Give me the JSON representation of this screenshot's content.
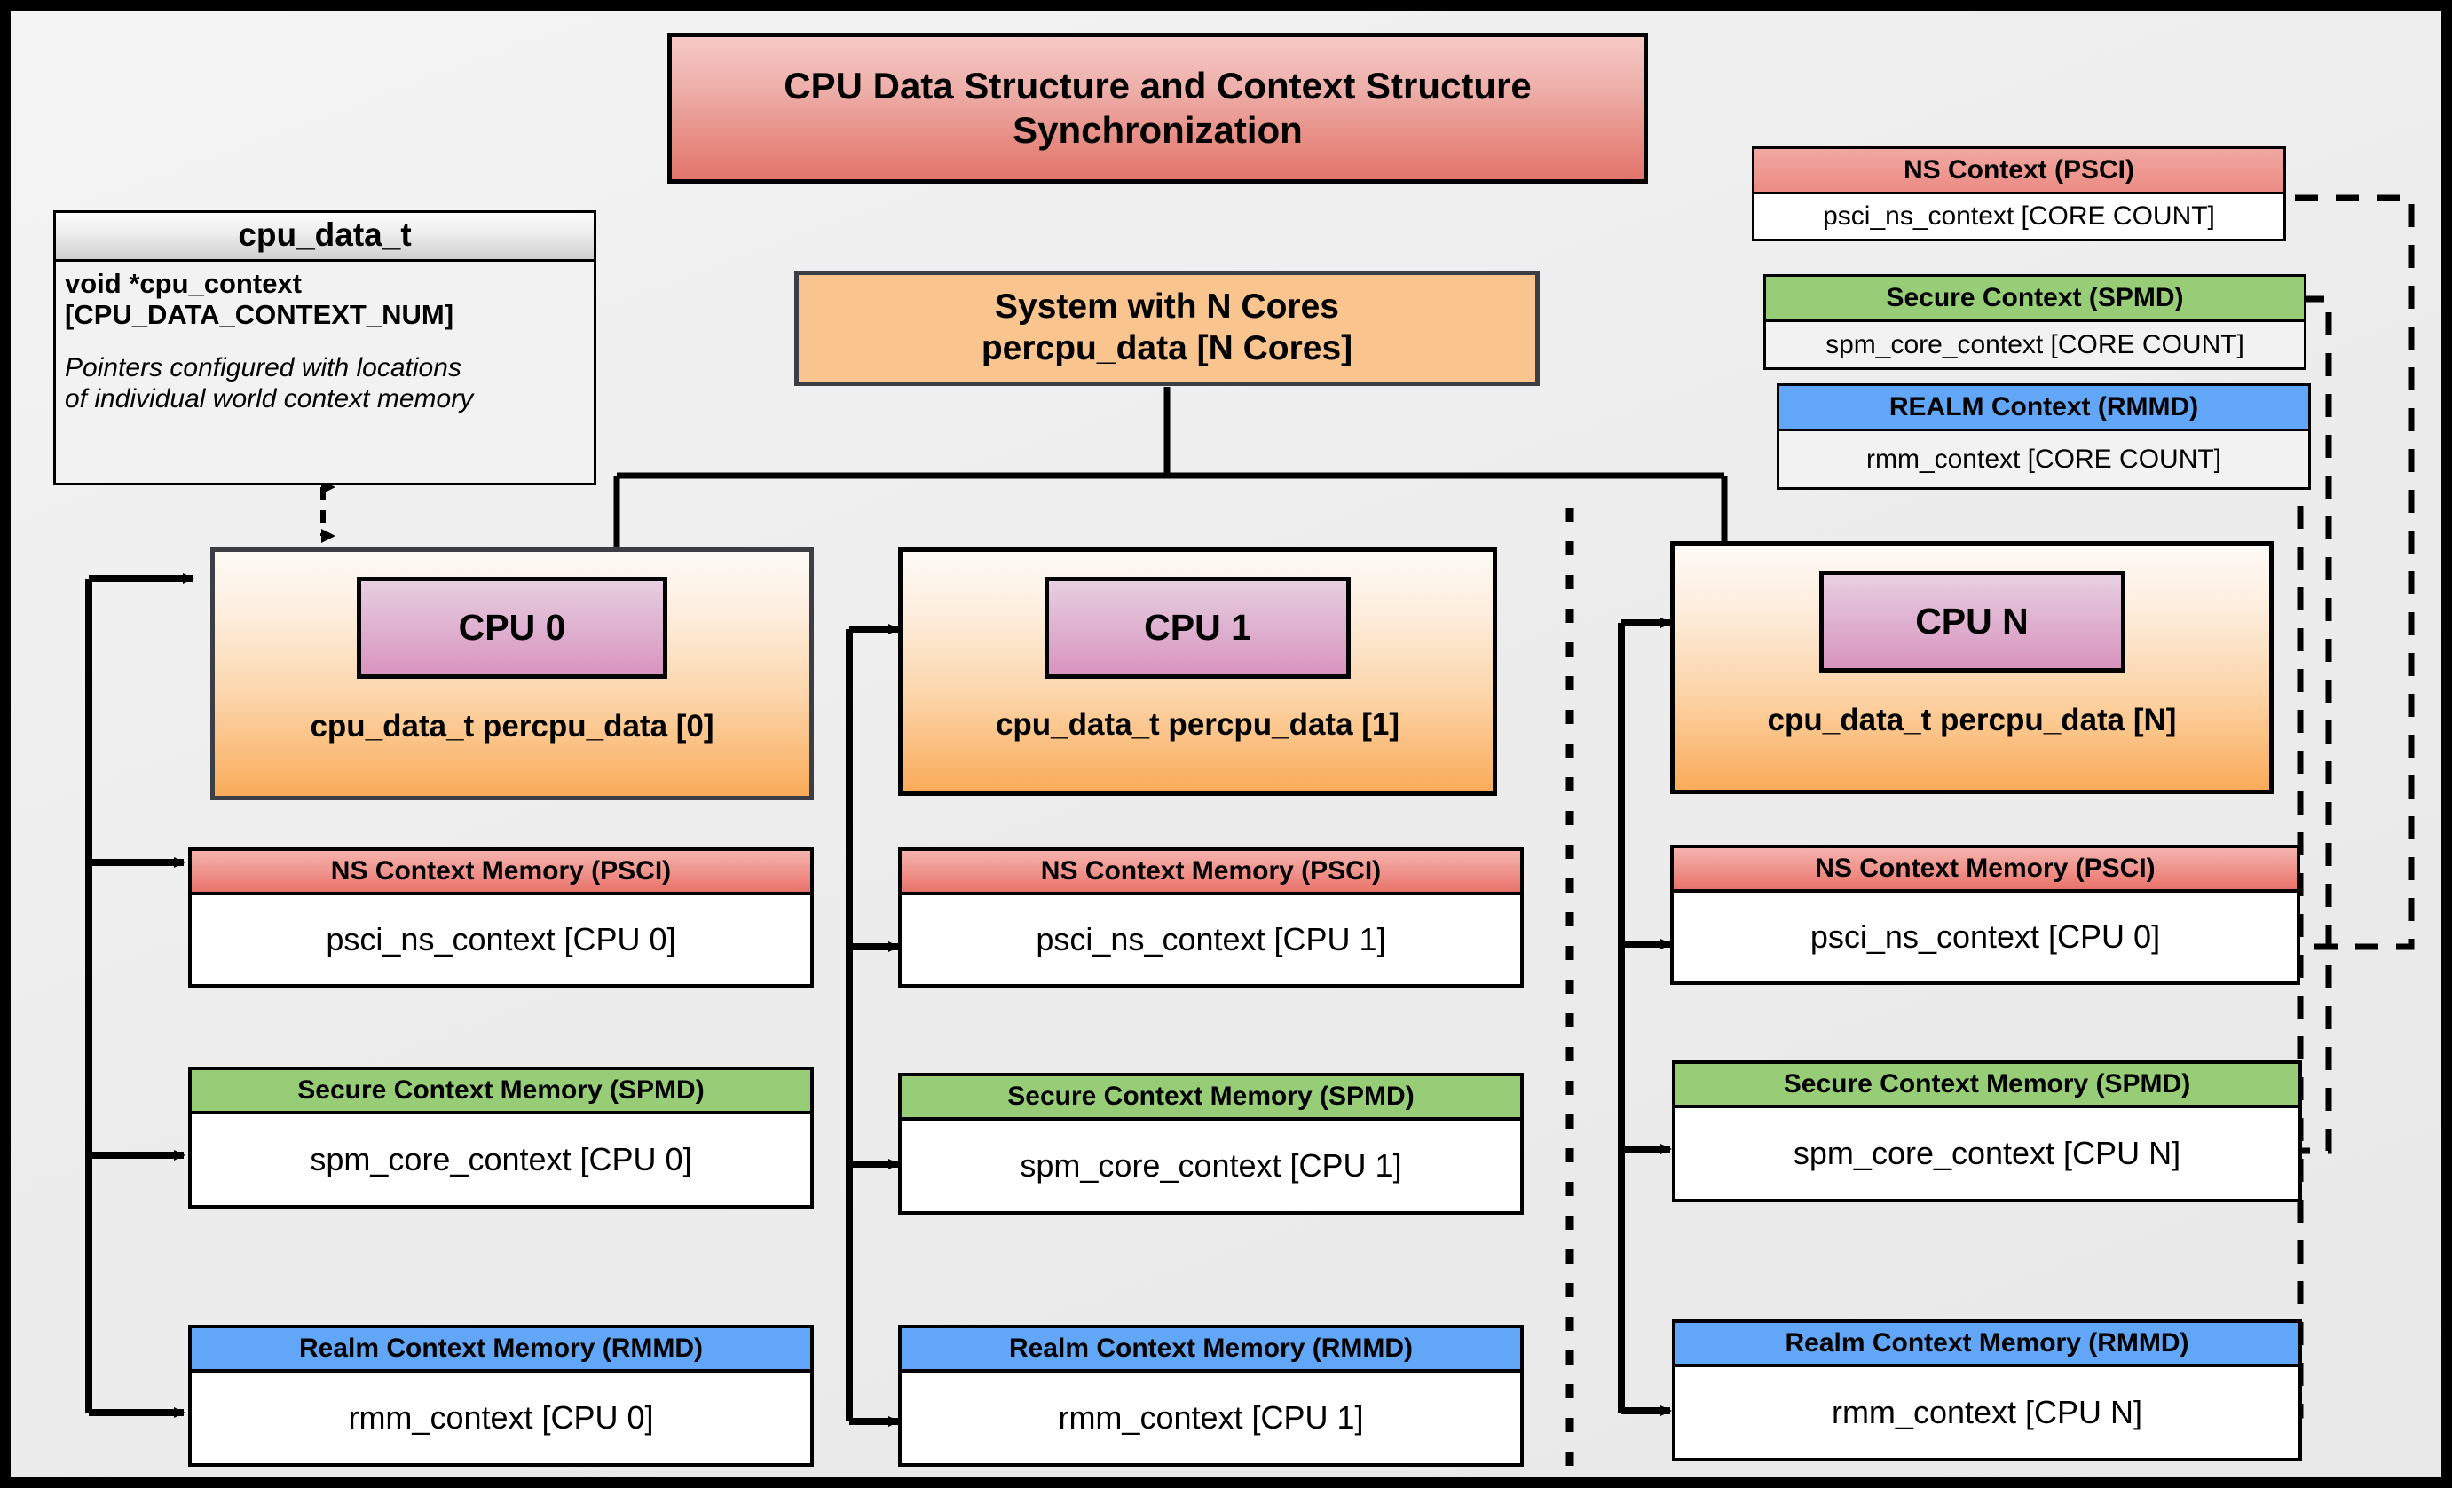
{
  "title": {
    "line1": "CPU Data Structure and Context Structure",
    "line2": "Synchronization"
  },
  "struct": {
    "name": "cpu_data_t",
    "decl_line1": "void  *cpu_context",
    "decl_line2": "[CPU_DATA_CONTEXT_NUM]",
    "note_line1": "Pointers configured with locations",
    "note_line2": "of individual world context memory"
  },
  "system": {
    "line1": "System with N Cores",
    "line2": "percpu_data [N Cores]"
  },
  "global_contexts": [
    {
      "header": "NS Context  (PSCI)",
      "value": "psci_ns_context [CORE COUNT]",
      "kind": "ns"
    },
    {
      "header": "Secure Context (SPMD)",
      "value": "spm_core_context [CORE COUNT]",
      "kind": "sec"
    },
    {
      "header": "REALM Context (RMMD)",
      "value": "rmm_context [CORE COUNT]",
      "kind": "rlm"
    }
  ],
  "cpus": [
    {
      "chip": "CPU 0",
      "caption": "cpu_data_t percpu_data [0]",
      "contexts": [
        {
          "header": "NS Context Memory (PSCI)",
          "value": "psci_ns_context [CPU 0]",
          "kind": "ns"
        },
        {
          "header": "Secure Context Memory (SPMD)",
          "value": "spm_core_context [CPU 0]",
          "kind": "sec"
        },
        {
          "header": "Realm Context Memory (RMMD)",
          "value": "rmm_context [CPU 0]",
          "kind": "rlm"
        }
      ]
    },
    {
      "chip": "CPU 1",
      "caption": "cpu_data_t percpu_data [1]",
      "contexts": [
        {
          "header": "NS Context Memory (PSCI)",
          "value": "psci_ns_context [CPU 1]",
          "kind": "ns"
        },
        {
          "header": "Secure Context Memory (SPMD)",
          "value": "spm_core_context [CPU 1]",
          "kind": "sec"
        },
        {
          "header": "Realm Context Memory (RMMD)",
          "value": "rmm_context [CPU 1]",
          "kind": "rlm"
        }
      ]
    },
    {
      "chip": "CPU N",
      "caption": "cpu_data_t percpu_data [N]",
      "contexts": [
        {
          "header": "NS Context Memory (PSCI)",
          "value": "psci_ns_context [CPU 0]",
          "kind": "ns"
        },
        {
          "header": "Secure Context Memory (SPMD)",
          "value": "spm_core_context [CPU N]",
          "kind": "sec"
        },
        {
          "header": "Realm Context Memory (RMMD)",
          "value": "rmm_context [CPU N]",
          "kind": "rlm"
        }
      ]
    }
  ],
  "colors": {
    "ns": "#ef918a",
    "secure": "#aed68c",
    "realm": "#9cc0ed",
    "cpu_chip": "#d994bf",
    "cpu_body": "#f9ab59",
    "title": "#e78f86",
    "background": "#ececec",
    "line": "#000000"
  }
}
